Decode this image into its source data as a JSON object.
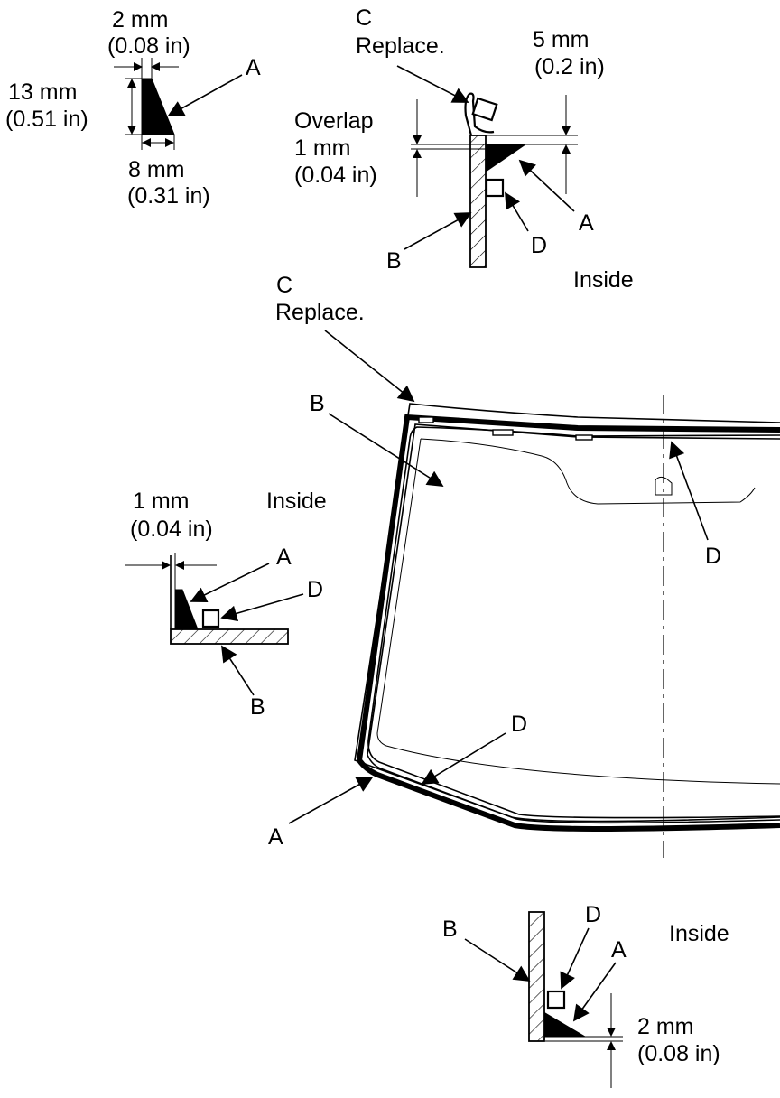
{
  "labels": {
    "A": "A",
    "B": "B",
    "C": "C",
    "D": "D",
    "replace": "Replace.",
    "inside": "Inside",
    "overlap": "Overlap"
  },
  "dimensions": {
    "d2mm": "2 mm",
    "d2mm_in": "(0.08 in)",
    "d13mm": "13 mm",
    "d13mm_in": "(0.51 in)",
    "d8mm": "8 mm",
    "d8mm_in": "(0.31 in)",
    "d5mm": "5 mm",
    "d5mm_in": "(0.2 in)",
    "d1mm": "1 mm",
    "d1mm_in": "(0.04 in)"
  }
}
